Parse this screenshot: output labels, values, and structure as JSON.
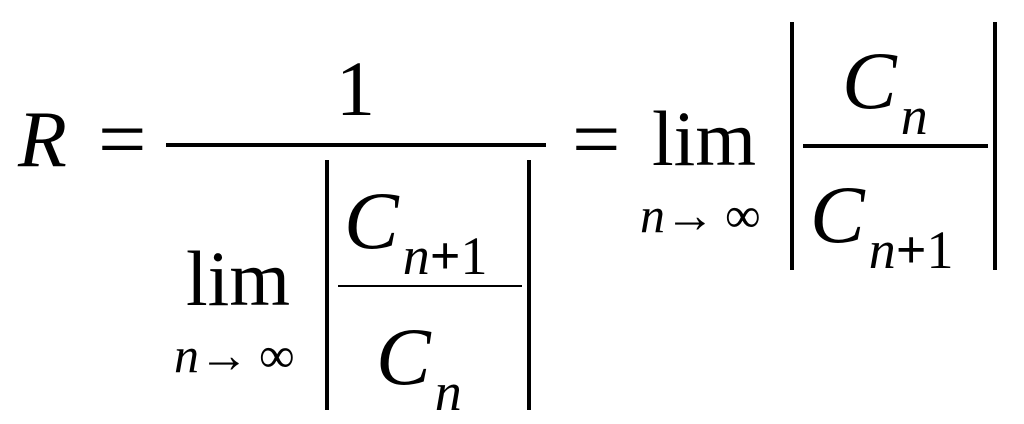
{
  "formula": {
    "lhs": "R",
    "equals": "=",
    "first_fraction": {
      "numerator": "1",
      "denominator": {
        "limit": {
          "operator": "lim",
          "variable": "n",
          "arrow": "→",
          "target": "∞"
        },
        "inner_fraction": {
          "numerator": {
            "base": "C",
            "subscript_var": "n",
            "subscript_op": "+",
            "subscript_num": "1"
          },
          "denominator": {
            "base": "C",
            "subscript_var": "n"
          }
        }
      }
    },
    "second_equals": "=",
    "second_expression": {
      "limit": {
        "operator": "lim",
        "variable": "n",
        "arrow": "→",
        "target": "∞"
      },
      "fraction": {
        "numerator": {
          "base": "C",
          "subscript_var": "n"
        },
        "denominator": {
          "base": "C",
          "subscript_var": "n",
          "subscript_op": "+",
          "subscript_num": "1"
        }
      }
    }
  }
}
